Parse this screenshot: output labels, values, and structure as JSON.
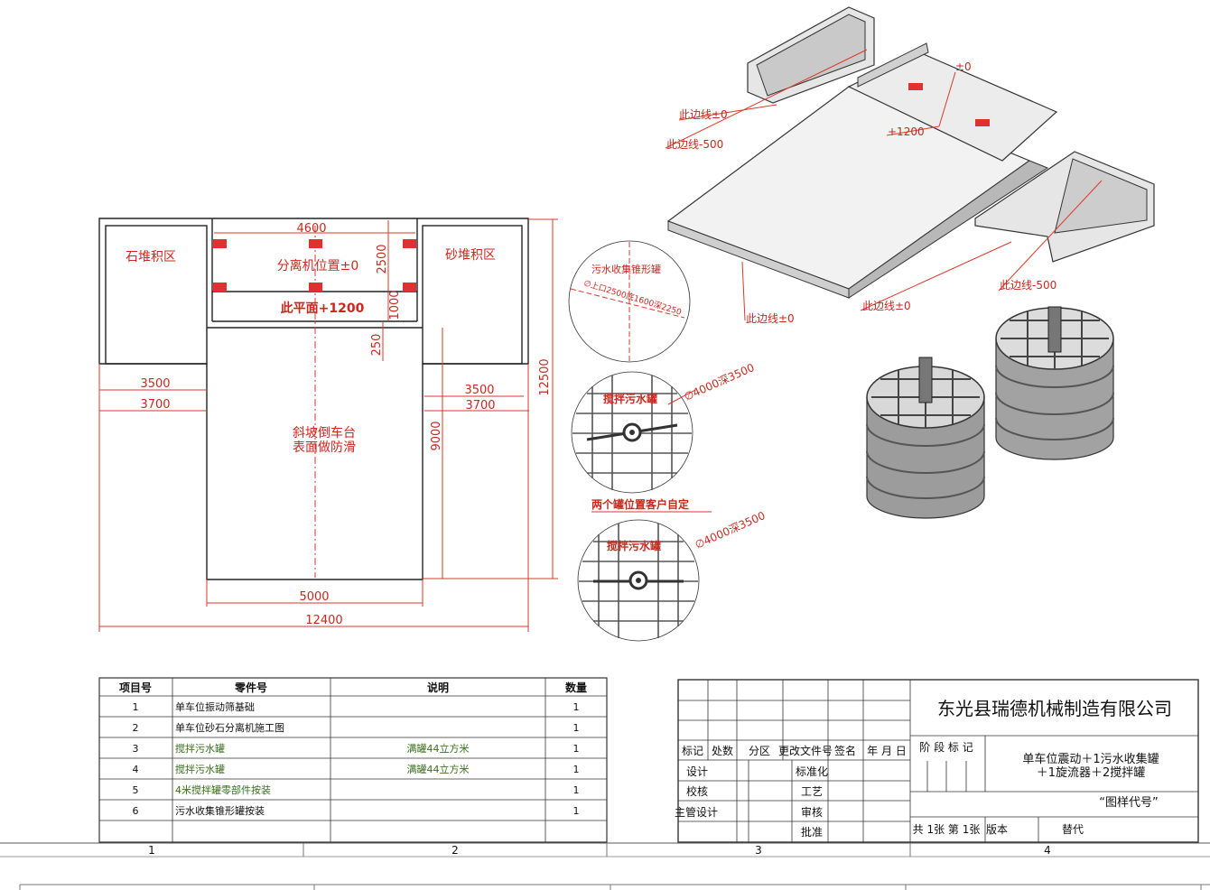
{
  "plan": {
    "stone_area": "石堆积区",
    "sand_area": "砂堆积区",
    "separator_position": "分离机位置±0",
    "platform_level": "此平面+1200",
    "ramp_line1": "斜坡倒车台",
    "ramp_line2": "表面做防滑",
    "dims": {
      "top_width": "4600",
      "separator_depth": "2500",
      "platform_depth": "1000",
      "step": "250",
      "left_3500": "3500",
      "left_3700": "3700",
      "right_3500": "3500",
      "right_3700": "3700",
      "ramp_length": "9000",
      "total_length": "12500",
      "ramp_width": "5000",
      "total_width": "12400"
    }
  },
  "tanks": {
    "cone_tank_label": "污水收集锥形罐",
    "cone_tank_spec": "∅上口2500底1600深2250",
    "mix_tank_label": "搅拌污水罐",
    "mix_tank_spec": "∅4000深3500",
    "position_note": "两个罐位置客户自定"
  },
  "iso": {
    "edge_0_a": "此边线±0",
    "edge_m500_a": "此边线-500",
    "level_0": "±0",
    "level_1200": "+1200",
    "edge_0_b": "此边线±0",
    "edge_0_c": "此边线±0",
    "edge_m500_b": "此边线-500"
  },
  "bom": {
    "headers": [
      "项目号",
      "零件号",
      "说明",
      "数量"
    ],
    "rows": [
      {
        "no": "1",
        "part": "单车位振动筛基础",
        "desc": "",
        "qty": "1"
      },
      {
        "no": "2",
        "part": "单车位砂石分离机施工图",
        "desc": "",
        "qty": "1"
      },
      {
        "no": "3",
        "part": "搅拌污水罐",
        "desc": "满罐44立方米",
        "qty": "1"
      },
      {
        "no": "4",
        "part": "搅拌污水罐",
        "desc": "满罐44立方米",
        "qty": "1"
      },
      {
        "no": "5",
        "part": "4米搅拌罐零部件按装",
        "desc": "",
        "qty": "1"
      },
      {
        "no": "6",
        "part": "污水收集锥形罐按装",
        "desc": "",
        "qty": "1"
      }
    ]
  },
  "title_block": {
    "company": "东光县瑞德机械制造有限公司",
    "drawing_title_1": "单车位震动＋1污水收集罐",
    "drawing_title_2": "＋1旋流器＋2搅拌罐",
    "drawing_code": "“图样代号”",
    "rev_headers": [
      "标记",
      "处数",
      "分区",
      "更改文件号",
      "签名",
      "年 月 日"
    ],
    "design": "设计",
    "standardization": "标准化",
    "check": "校核",
    "process": "工艺",
    "chief_design": "主管设计",
    "review": "审核",
    "approve": "批准",
    "stage_mark": "阶 段 标 记",
    "sheet_info": "共 1张 第 1张",
    "version": "版本",
    "replace": "替代"
  },
  "zones": [
    "1",
    "2",
    "3",
    "4"
  ],
  "colors": {
    "dimension": "#d83a2a",
    "marker": "#e03030",
    "linework": "#222222"
  }
}
